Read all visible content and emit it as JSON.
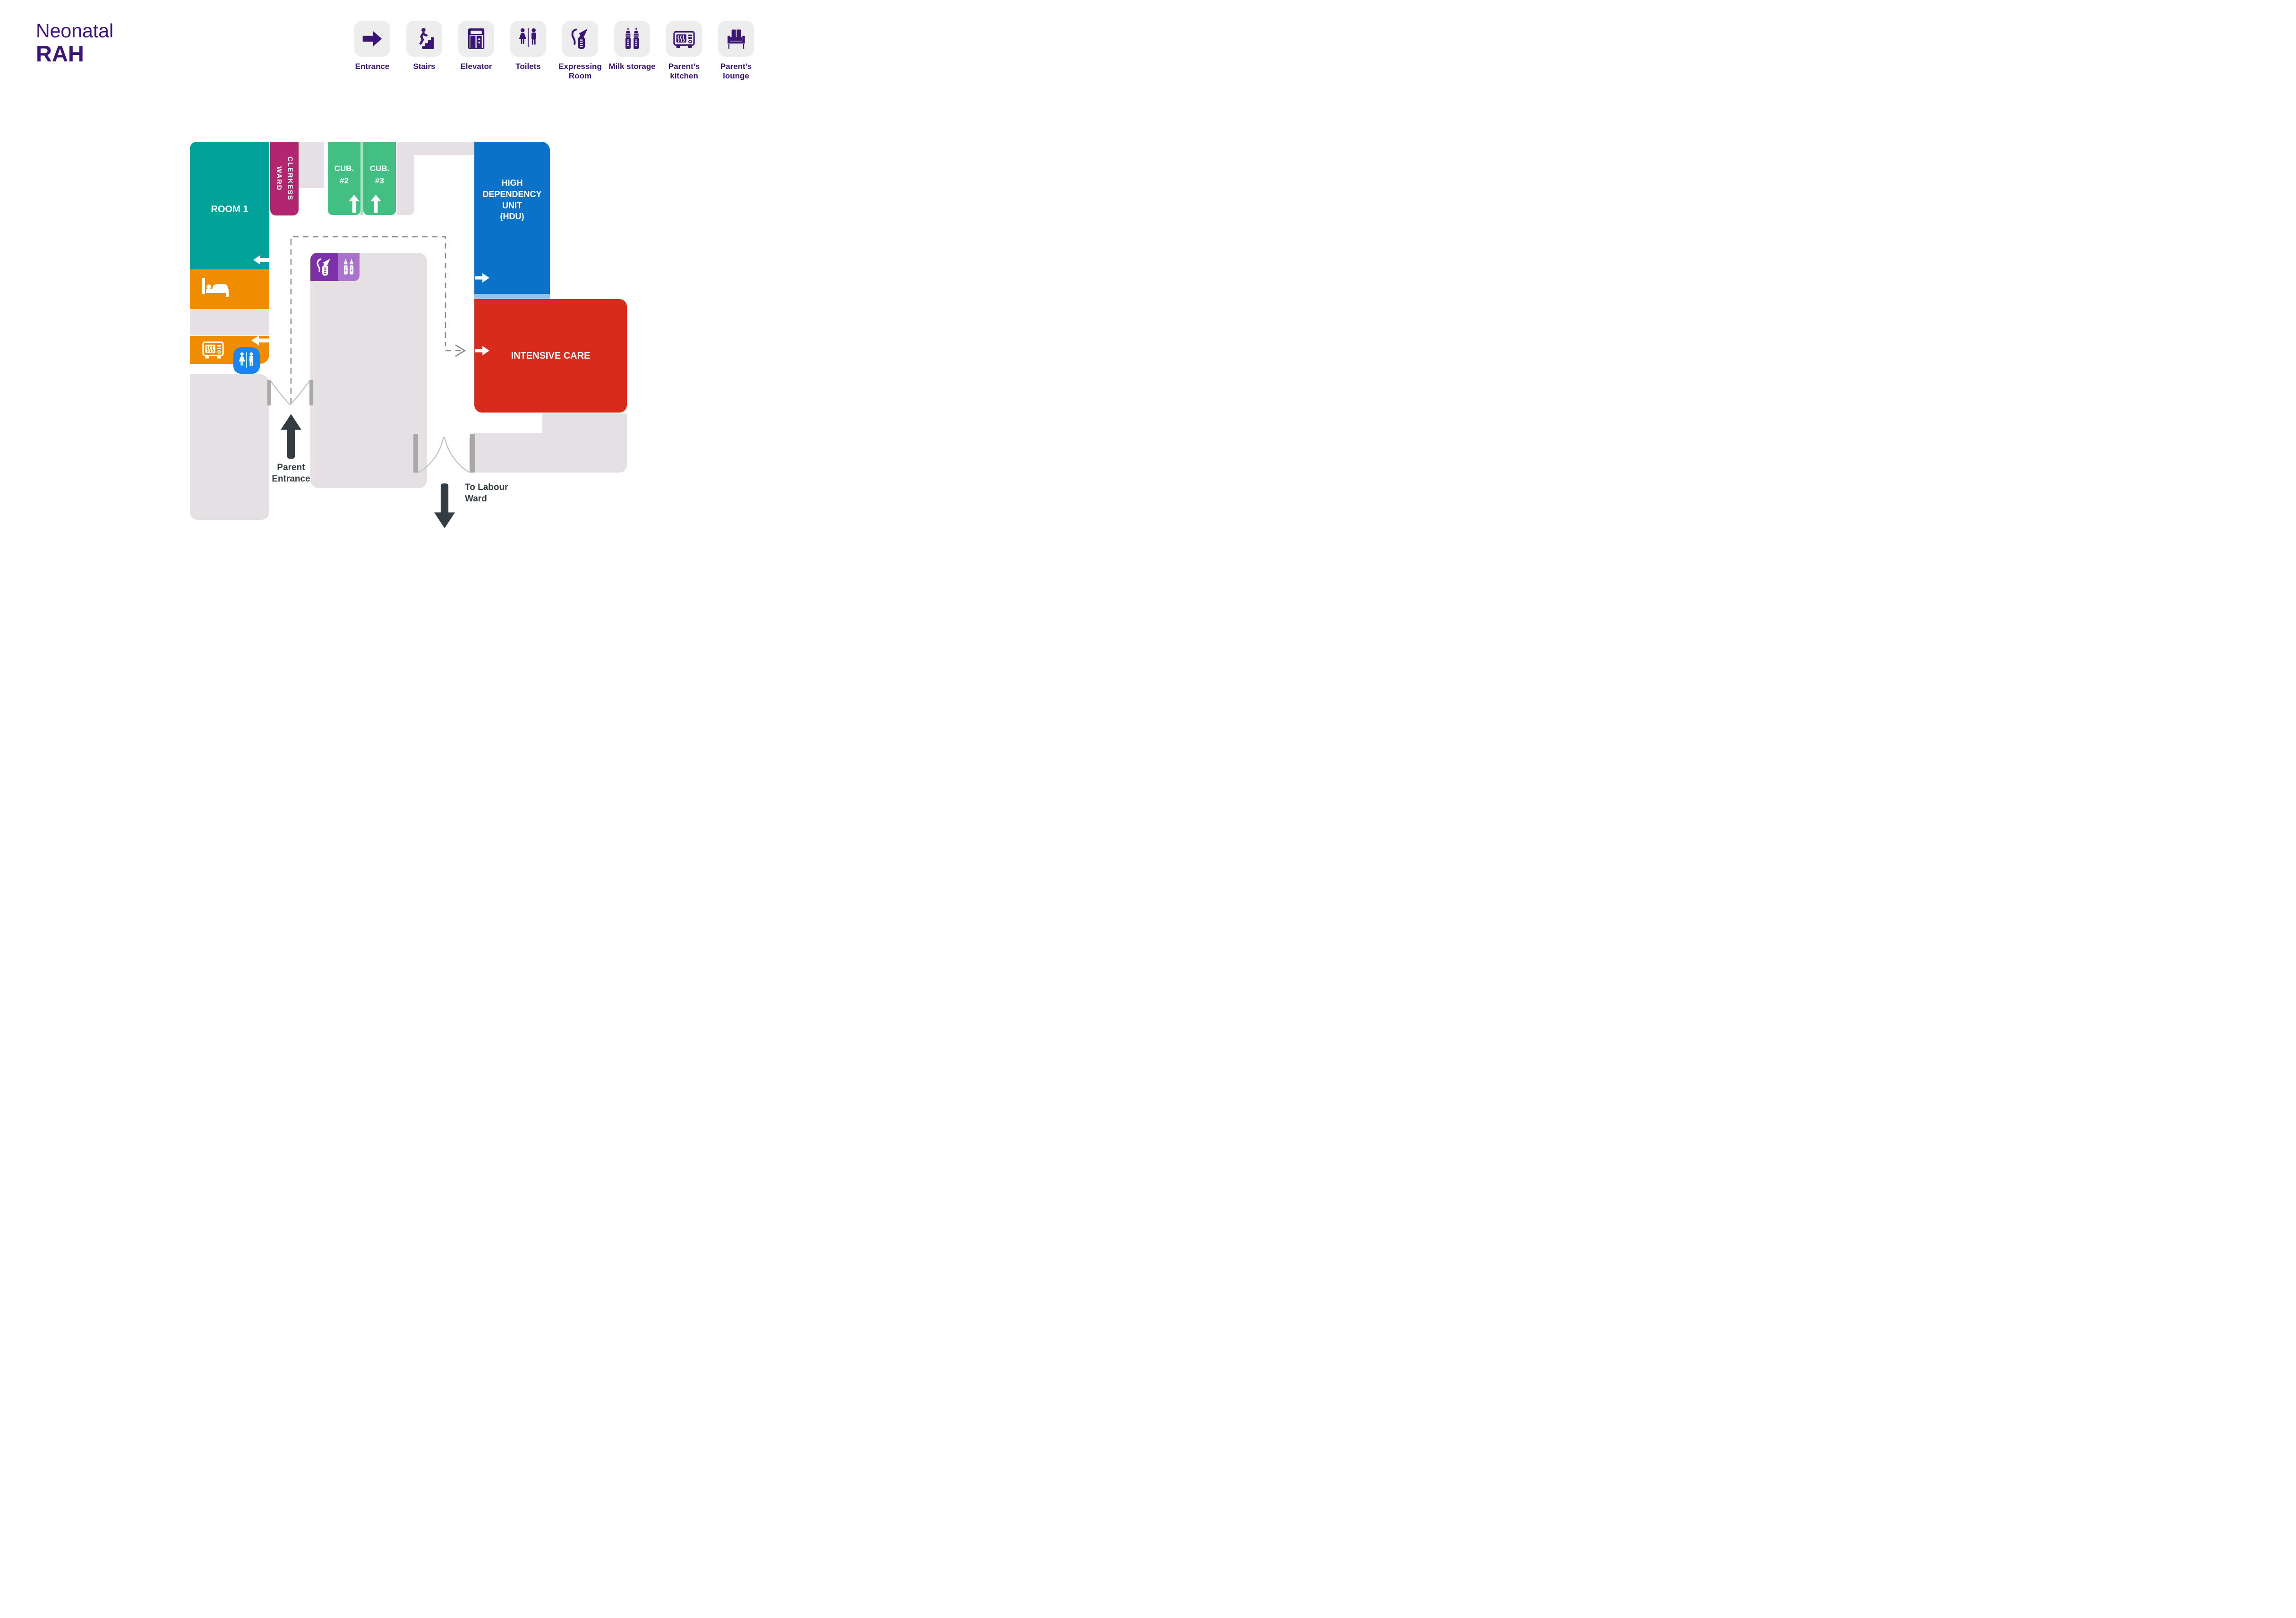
{
  "title": {
    "line1": "Neonatal",
    "line2": "RAH"
  },
  "legend": {
    "items": [
      {
        "icon": "entrance-arrow-icon",
        "label": "Entrance"
      },
      {
        "icon": "stairs-icon",
        "label": "Stairs"
      },
      {
        "icon": "elevator-icon",
        "label": "Elevator"
      },
      {
        "icon": "toilets-icon",
        "label": "Toilets"
      },
      {
        "icon": "breast-pump-icon",
        "label": "Expressing Room"
      },
      {
        "icon": "milk-bottles-icon",
        "label": "Milk storage"
      },
      {
        "icon": "microwave-icon",
        "label": "Parent’s kitchen"
      },
      {
        "icon": "sofa-icon",
        "label": "Parent’s lounge"
      }
    ]
  },
  "plan": {
    "room1": {
      "label": "ROOM 1"
    },
    "ward_clerkess": {
      "line1": "WARD",
      "line2": "CLERKESS"
    },
    "cub2": {
      "line1": "CUB.",
      "line2": "#2"
    },
    "cub3": {
      "line1": "CUB.",
      "line2": "#3"
    },
    "hdu": {
      "line1": "HIGH",
      "line2": "DEPENDENCY",
      "line3": "UNIT",
      "line4": "(HDU)"
    },
    "intensive_care": {
      "label": "INTENSIVE CARE"
    },
    "parent_entrance": {
      "line1": "Parent",
      "line2": "Entrance"
    },
    "to_labour_ward": {
      "line1": "To Labour",
      "line2": "Ward"
    },
    "icons": [
      "bed-icon",
      "microwave-icon",
      "toilets-icon",
      "breast-pump-icon",
      "milk-bottles-icon"
    ]
  },
  "colors": {
    "brand_purple": "#3a1575",
    "teal": "#00a29a",
    "magenta": "#b2256f",
    "cubicle_green": "#44bf84",
    "cubicle_divider_green": "#ace1c6",
    "hdu_blue": "#0b72ca",
    "hdu_light_blue": "#92c3e9",
    "intensive_care_red": "#d92b1b",
    "orange": "#f08c00",
    "expressing_purple": "#7c31a8",
    "milk_purple": "#a873cc",
    "toilet_blue": "#1787ef",
    "room_gray": "#e5e0e3",
    "door_post_gray": "#a8a8a8",
    "dash_gray": "#8d8d8d",
    "dark_arrow": "#333b43",
    "legend_tile_gray": "#ededed"
  }
}
